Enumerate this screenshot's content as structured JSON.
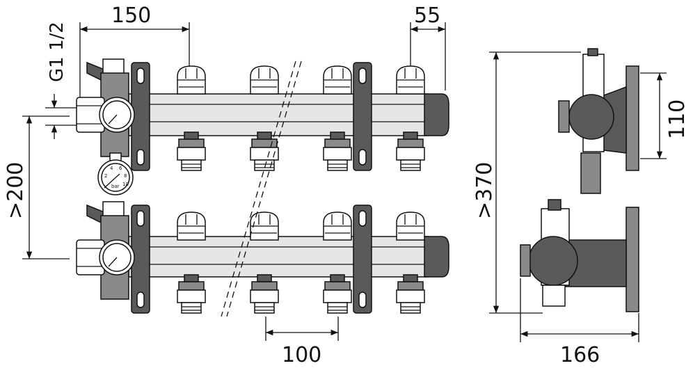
{
  "dimensions": {
    "top_width": "150",
    "end_cap": "55",
    "thread": "G1 1/2",
    "manifold_spacing": ">200",
    "total_height": ">370",
    "bracket_height": "110",
    "outlet_spacing": "100",
    "depth": "166"
  },
  "gauge": {
    "unit": "bar",
    "ticks": [
      "2",
      "4",
      "6",
      "8",
      "10"
    ]
  }
}
